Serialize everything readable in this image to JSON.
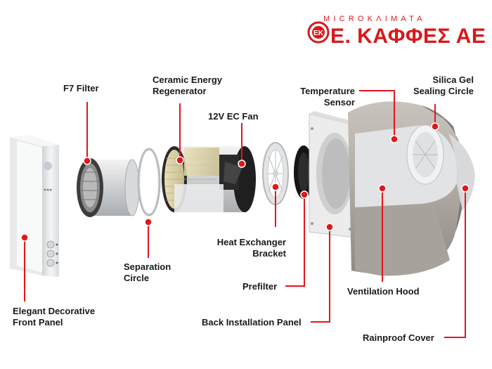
{
  "brand": {
    "tagline": "MICROKΛIMATA",
    "name": "Ε. ΚΑΦΦΕΣ ΑΕ",
    "monogram": "EK",
    "color": "#d7191c"
  },
  "colors": {
    "callout": "#e3161b"
  },
  "labels": {
    "f7_filter": "F7 Filter",
    "ceramic_line1": "Ceramic Energy",
    "ceramic_line2": "Regenerator",
    "fan": "12V EC Fan",
    "temp_line1": "Temperature",
    "temp_line2": "Sensor",
    "silica_line1": "Silica Gel",
    "silica_line2": "Sealing Circle",
    "heat_line1": "Heat Exchanger",
    "heat_line2": "Bracket",
    "separation_line1": "Separation",
    "separation_line2": "Circle",
    "prefilter": "Prefilter",
    "ventilation_hood": "Ventilation Hood",
    "front_line1": "Elegant Decorative",
    "front_line2": "Front Panel",
    "back_panel": "Back Installation Panel",
    "rainproof": "Rainproof Cover"
  }
}
